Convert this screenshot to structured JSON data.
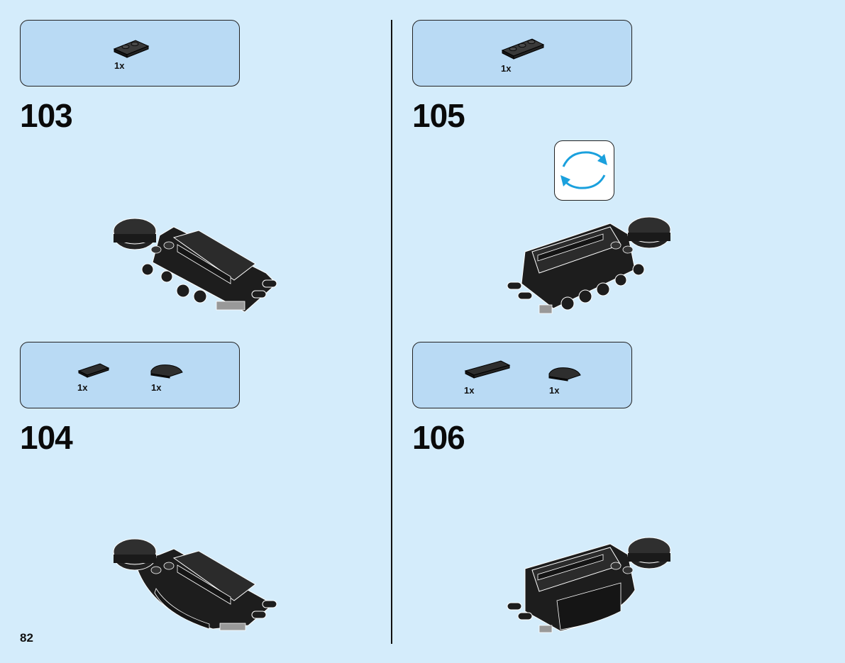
{
  "page": {
    "number": "82"
  },
  "steps": [
    {
      "number": "103",
      "parts": [
        {
          "qty": "1x",
          "icon": "plate-1x2-icon"
        }
      ]
    },
    {
      "number": "104",
      "parts": [
        {
          "qty": "1x",
          "icon": "tile-1x2-icon"
        },
        {
          "qty": "1x",
          "icon": "curved-slope-icon"
        }
      ]
    },
    {
      "number": "105",
      "parts": [
        {
          "qty": "1x",
          "icon": "plate-1x3-icon"
        }
      ],
      "callout": "rotate-model-icon"
    },
    {
      "number": "106",
      "parts": [
        {
          "qty": "1x",
          "icon": "tile-1x4-icon"
        },
        {
          "qty": "1x",
          "icon": "curved-slope-icon"
        }
      ]
    }
  ],
  "colors": {
    "background": "#d4ecfb",
    "parts_box": "#b9daf4",
    "brick": "#1f1f1f",
    "rotate_arrow": "#1aa0dd"
  }
}
